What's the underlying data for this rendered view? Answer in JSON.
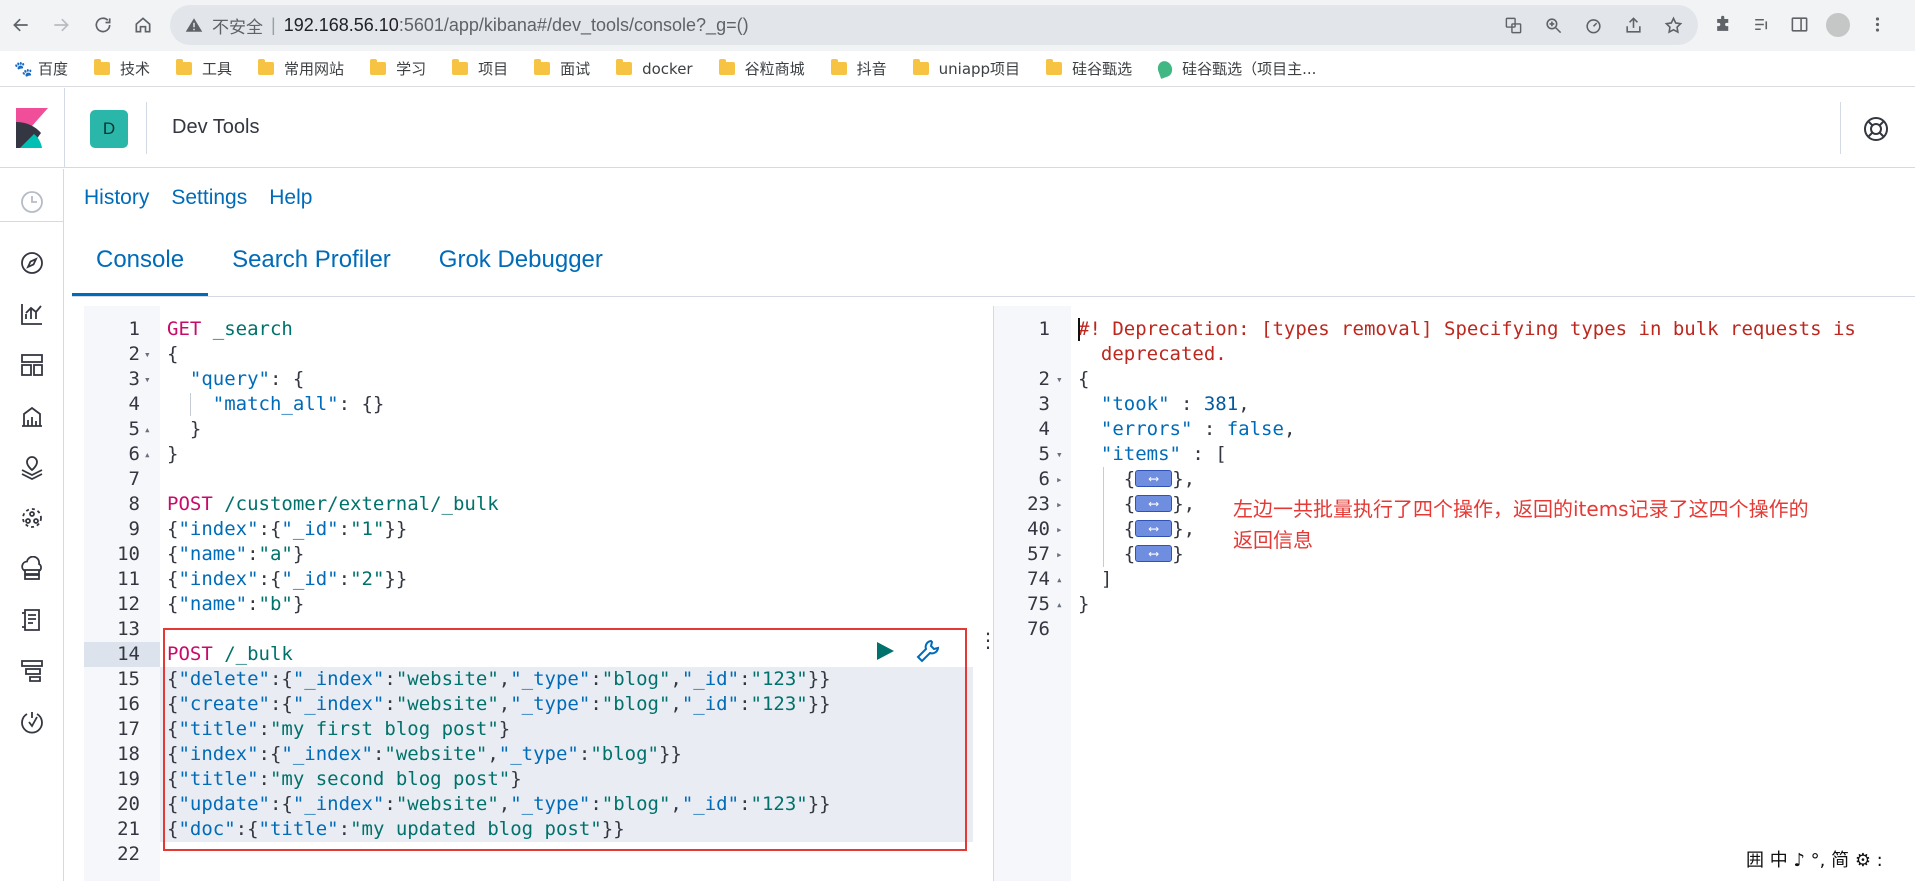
{
  "browser": {
    "security_label": "不安全",
    "url_host": "192.168.56.10",
    "url_path": ":5601/app/kibana#/dev_tools/console?_g=()",
    "bookmarks": [
      {
        "label": "百度",
        "icon": "paw-icon"
      },
      {
        "label": "技术",
        "icon": "folder-icon"
      },
      {
        "label": "工具",
        "icon": "folder-icon"
      },
      {
        "label": "常用网站",
        "icon": "folder-icon"
      },
      {
        "label": "学习",
        "icon": "folder-icon"
      },
      {
        "label": "项目",
        "icon": "folder-icon"
      },
      {
        "label": "面试",
        "icon": "folder-icon"
      },
      {
        "label": "docker",
        "icon": "folder-icon"
      },
      {
        "label": "谷粒商城",
        "icon": "folder-icon"
      },
      {
        "label": "抖音",
        "icon": "folder-icon"
      },
      {
        "label": "uniapp项目",
        "icon": "folder-icon"
      },
      {
        "label": "硅谷甄选",
        "icon": "folder-icon"
      },
      {
        "label": "硅谷甄选（项目主...",
        "icon": "vue-leaf-icon"
      }
    ]
  },
  "header": {
    "space_initial": "D",
    "app_title": "Dev Tools"
  },
  "menu": {
    "history": "History",
    "settings": "Settings",
    "help": "Help"
  },
  "tabs": [
    "Console",
    "Search Profiler",
    "Grok Debugger"
  ],
  "request_lines": [
    {
      "n": "1",
      "fold": "",
      "parts": [
        [
          "m",
          "GET "
        ],
        [
          "u",
          "_search"
        ]
      ]
    },
    {
      "n": "2",
      "fold": "▾",
      "parts": [
        [
          "p",
          "{"
        ]
      ]
    },
    {
      "n": "3",
      "fold": "▾",
      "parts": [
        [
          "p",
          "  "
        ],
        [
          "k",
          "\"query\""
        ],
        [
          "p",
          ": {"
        ]
      ]
    },
    {
      "n": "4",
      "fold": "",
      "parts": [
        [
          "p",
          "    "
        ],
        [
          "k",
          "\"match_all\""
        ],
        [
          "p",
          ": {}"
        ]
      ]
    },
    {
      "n": "5",
      "fold": "▴",
      "parts": [
        [
          "p",
          "  }"
        ]
      ]
    },
    {
      "n": "6",
      "fold": "▴",
      "parts": [
        [
          "p",
          "}"
        ]
      ]
    },
    {
      "n": "7",
      "fold": "",
      "parts": []
    },
    {
      "n": "8",
      "fold": "",
      "parts": [
        [
          "m",
          "POST "
        ],
        [
          "u",
          "/customer/external/_bulk"
        ]
      ]
    },
    {
      "n": "9",
      "fold": "",
      "parts": [
        [
          "p",
          "{"
        ],
        [
          "k",
          "\"index\""
        ],
        [
          "p",
          ":{"
        ],
        [
          "k",
          "\"_id\""
        ],
        [
          "p",
          ":"
        ],
        [
          "s",
          "\"1\""
        ],
        [
          "p",
          "}}"
        ]
      ]
    },
    {
      "n": "10",
      "fold": "",
      "parts": [
        [
          "p",
          "{"
        ],
        [
          "k",
          "\"name\""
        ],
        [
          "p",
          ":"
        ],
        [
          "s",
          "\"a\""
        ],
        [
          "p",
          "}"
        ]
      ]
    },
    {
      "n": "11",
      "fold": "",
      "parts": [
        [
          "p",
          "{"
        ],
        [
          "k",
          "\"index\""
        ],
        [
          "p",
          ":{"
        ],
        [
          "k",
          "\"_id\""
        ],
        [
          "p",
          ":"
        ],
        [
          "s",
          "\"2\""
        ],
        [
          "p",
          "}}"
        ]
      ]
    },
    {
      "n": "12",
      "fold": "",
      "parts": [
        [
          "p",
          "{"
        ],
        [
          "k",
          "\"name\""
        ],
        [
          "p",
          ":"
        ],
        [
          "s",
          "\"b\""
        ],
        [
          "p",
          "}"
        ]
      ]
    },
    {
      "n": "13",
      "fold": "",
      "parts": []
    },
    {
      "n": "14",
      "fold": "",
      "parts": [
        [
          "m",
          "POST "
        ],
        [
          "u",
          "/_bulk"
        ]
      ]
    },
    {
      "n": "15",
      "fold": "",
      "parts": [
        [
          "p",
          "{"
        ],
        [
          "k",
          "\"delete\""
        ],
        [
          "p",
          ":{"
        ],
        [
          "k",
          "\"_index\""
        ],
        [
          "p",
          ":"
        ],
        [
          "s",
          "\"website\""
        ],
        [
          "p",
          ","
        ],
        [
          "k",
          "\"_type\""
        ],
        [
          "p",
          ":"
        ],
        [
          "s",
          "\"blog\""
        ],
        [
          "p",
          ","
        ],
        [
          "k",
          "\"_id\""
        ],
        [
          "p",
          ":"
        ],
        [
          "s",
          "\"123\""
        ],
        [
          "p",
          "}}"
        ]
      ]
    },
    {
      "n": "16",
      "fold": "",
      "parts": [
        [
          "p",
          "{"
        ],
        [
          "k",
          "\"create\""
        ],
        [
          "p",
          ":{"
        ],
        [
          "k",
          "\"_index\""
        ],
        [
          "p",
          ":"
        ],
        [
          "s",
          "\"website\""
        ],
        [
          "p",
          ","
        ],
        [
          "k",
          "\"_type\""
        ],
        [
          "p",
          ":"
        ],
        [
          "s",
          "\"blog\""
        ],
        [
          "p",
          ","
        ],
        [
          "k",
          "\"_id\""
        ],
        [
          "p",
          ":"
        ],
        [
          "s",
          "\"123\""
        ],
        [
          "p",
          "}}"
        ]
      ]
    },
    {
      "n": "17",
      "fold": "",
      "parts": [
        [
          "p",
          "{"
        ],
        [
          "k",
          "\"title\""
        ],
        [
          "p",
          ":"
        ],
        [
          "s",
          "\"my first blog post\""
        ],
        [
          "p",
          "}"
        ]
      ]
    },
    {
      "n": "18",
      "fold": "",
      "parts": [
        [
          "p",
          "{"
        ],
        [
          "k",
          "\"index\""
        ],
        [
          "p",
          ":{"
        ],
        [
          "k",
          "\"_index\""
        ],
        [
          "p",
          ":"
        ],
        [
          "s",
          "\"website\""
        ],
        [
          "p",
          ","
        ],
        [
          "k",
          "\"_type\""
        ],
        [
          "p",
          ":"
        ],
        [
          "s",
          "\"blog\""
        ],
        [
          "p",
          "}}"
        ]
      ]
    },
    {
      "n": "19",
      "fold": "",
      "parts": [
        [
          "p",
          "{"
        ],
        [
          "k",
          "\"title\""
        ],
        [
          "p",
          ":"
        ],
        [
          "s",
          "\"my second blog post\""
        ],
        [
          "p",
          "}"
        ]
      ]
    },
    {
      "n": "20",
      "fold": "",
      "parts": [
        [
          "p",
          "{"
        ],
        [
          "k",
          "\"update\""
        ],
        [
          "p",
          ":{"
        ],
        [
          "k",
          "\"_index\""
        ],
        [
          "p",
          ":"
        ],
        [
          "s",
          "\"website\""
        ],
        [
          "p",
          ","
        ],
        [
          "k",
          "\"_type\""
        ],
        [
          "p",
          ":"
        ],
        [
          "s",
          "\"blog\""
        ],
        [
          "p",
          ","
        ],
        [
          "k",
          "\"_id\""
        ],
        [
          "p",
          ":"
        ],
        [
          "s",
          "\"123\""
        ],
        [
          "p",
          "}}"
        ]
      ]
    },
    {
      "n": "21",
      "fold": "",
      "parts": [
        [
          "p",
          "{"
        ],
        [
          "k",
          "\"doc\""
        ],
        [
          "p",
          ":{"
        ],
        [
          "k",
          "\"title\""
        ],
        [
          "p",
          ":"
        ],
        [
          "s",
          "\"my updated blog post\""
        ],
        [
          "p",
          "}}"
        ]
      ]
    },
    {
      "n": "22",
      "fold": "",
      "parts": []
    }
  ],
  "response_lines": [
    {
      "n": "1",
      "fold": "",
      "parts": [
        [
          "r",
          "#! Deprecation: [types removal] Specifying types in bulk requests is"
        ]
      ]
    },
    {
      "n": "",
      "fold": "",
      "parts": [
        [
          "r",
          "  deprecated."
        ]
      ]
    },
    {
      "n": "2",
      "fold": "▾",
      "parts": [
        [
          "p",
          "{"
        ]
      ]
    },
    {
      "n": "3",
      "fold": "",
      "parts": [
        [
          "p",
          "  "
        ],
        [
          "k",
          "\"took\""
        ],
        [
          "p",
          " : "
        ],
        [
          "n",
          "381"
        ],
        [
          "p",
          ","
        ]
      ]
    },
    {
      "n": "4",
      "fold": "",
      "parts": [
        [
          "p",
          "  "
        ],
        [
          "k",
          "\"errors\""
        ],
        [
          "p",
          " : "
        ],
        [
          "b",
          "false"
        ],
        [
          "p",
          ","
        ]
      ]
    },
    {
      "n": "5",
      "fold": "▾",
      "parts": [
        [
          "p",
          "  "
        ],
        [
          "k",
          "\"items\""
        ],
        [
          "p",
          " : ["
        ]
      ]
    },
    {
      "n": "6",
      "fold": "▸",
      "parts": [
        [
          "p",
          "    {"
        ],
        [
          "f",
          ""
        ],
        [
          "p",
          "},"
        ]
      ]
    },
    {
      "n": "23",
      "fold": "▸",
      "parts": [
        [
          "p",
          "    {"
        ],
        [
          "f",
          ""
        ],
        [
          "p",
          "},"
        ]
      ]
    },
    {
      "n": "40",
      "fold": "▸",
      "parts": [
        [
          "p",
          "    {"
        ],
        [
          "f",
          ""
        ],
        [
          "p",
          "},"
        ]
      ]
    },
    {
      "n": "57",
      "fold": "▸",
      "parts": [
        [
          "p",
          "    {"
        ],
        [
          "f",
          ""
        ],
        [
          "p",
          "}"
        ]
      ]
    },
    {
      "n": "74",
      "fold": "▴",
      "parts": [
        [
          "p",
          "  ]"
        ]
      ]
    },
    {
      "n": "75",
      "fold": "▴",
      "parts": [
        [
          "p",
          "}"
        ]
      ]
    },
    {
      "n": "76",
      "fold": "",
      "parts": []
    }
  ],
  "annotation": {
    "line1": "左边一共批量执行了四个操作，返回的items记录了这四个操作的",
    "line2": "返回信息"
  },
  "ime_status": "囲 中 ♪ °, 简 ⚙ :"
}
